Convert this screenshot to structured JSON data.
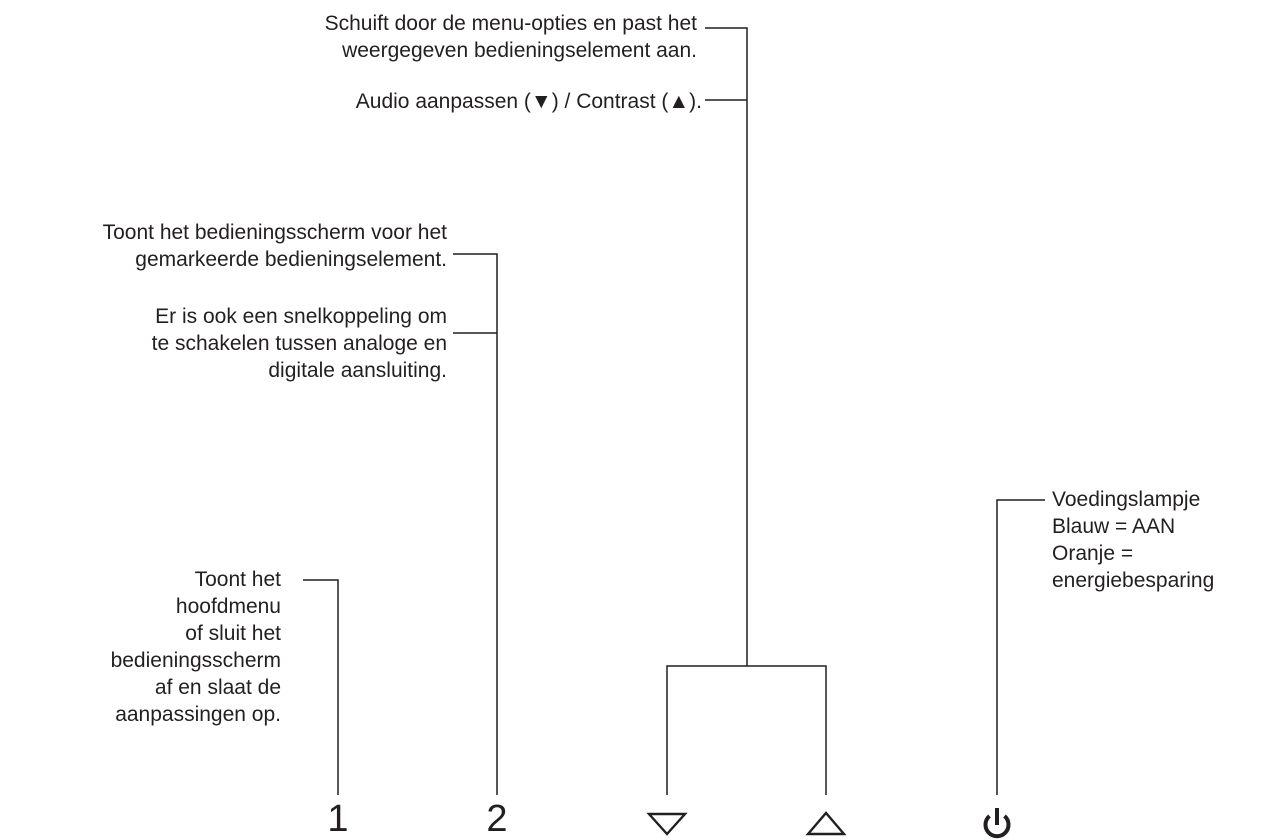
{
  "annotations": {
    "schuift": {
      "lines": [
        "Schuift door de menu-opties en past het",
        "weergegeven bedieningselement aan."
      ]
    },
    "audio": {
      "lines": [
        "Audio aanpassen (▼) / Contrast (▲)."
      ]
    },
    "toont_bediening": {
      "lines": [
        "Toont het bedieningsscherm voor het",
        "gemarkeerde bedieningselement."
      ]
    },
    "snelkoppeling": {
      "lines": [
        "Er is ook een snelkoppeling om",
        "te schakelen tussen analoge en",
        "digitale aansluiting."
      ]
    },
    "toont_hoofdmenu": {
      "lines": [
        "Toont het",
        "hoofdmenu",
        "of sluit het",
        "bedieningsscherm",
        "af en slaat de",
        "aanpassingen op."
      ]
    },
    "voeding": {
      "lines": [
        "Voedingslampje",
        "Blauw = AAN",
        "Oranje =",
        "energiebesparing"
      ]
    }
  },
  "buttons": {
    "button_1": "1",
    "button_2": "2",
    "button_down_icon": "down-triangle-icon",
    "button_up_icon": "up-triangle-icon",
    "power_icon": "power-icon"
  },
  "colors": {
    "ink": "#231f20",
    "background": "#ffffff"
  }
}
